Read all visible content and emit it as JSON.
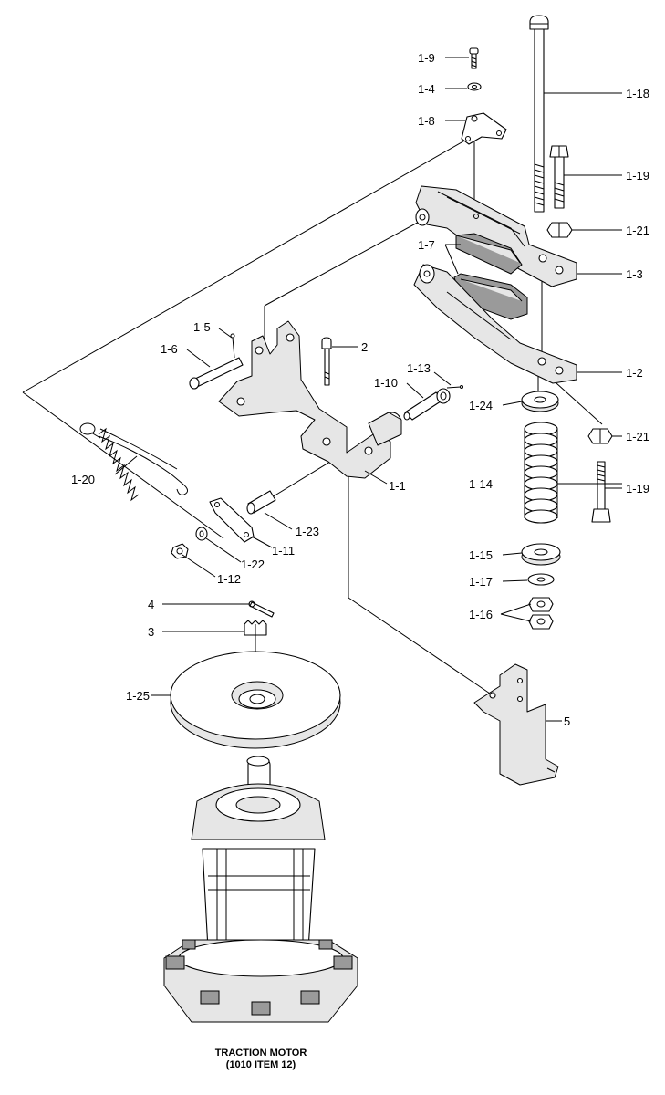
{
  "callouts": {
    "c1_9": "1-9",
    "c1_4": "1-4",
    "c1_8": "1-8",
    "c1_18": "1-18",
    "c1_19a": "1-19",
    "c1_21a": "1-21",
    "c1_7": "1-7",
    "c1_3": "1-3",
    "c1_5": "1-5",
    "c1_6": "1-6",
    "c2": "2",
    "c1_13": "1-13",
    "c1_10": "1-10",
    "c1_2": "1-2",
    "c1_24": "1-24",
    "c1_21b": "1-21",
    "c1_20": "1-20",
    "c1_1": "1-1",
    "c1_14": "1-14",
    "c1_19b": "1-19",
    "c1_23": "1-23",
    "c1_11": "1-11",
    "c1_22": "1-22",
    "c1_15": "1-15",
    "c1_12": "1-12",
    "c1_17": "1-17",
    "c4": "4",
    "c1_16": "1-16",
    "c3": "3",
    "c1_25": "1-25",
    "c5": "5"
  },
  "caption": {
    "line1": "TRACTION MOTOR",
    "line2": "(1010 ITEM 12)"
  }
}
